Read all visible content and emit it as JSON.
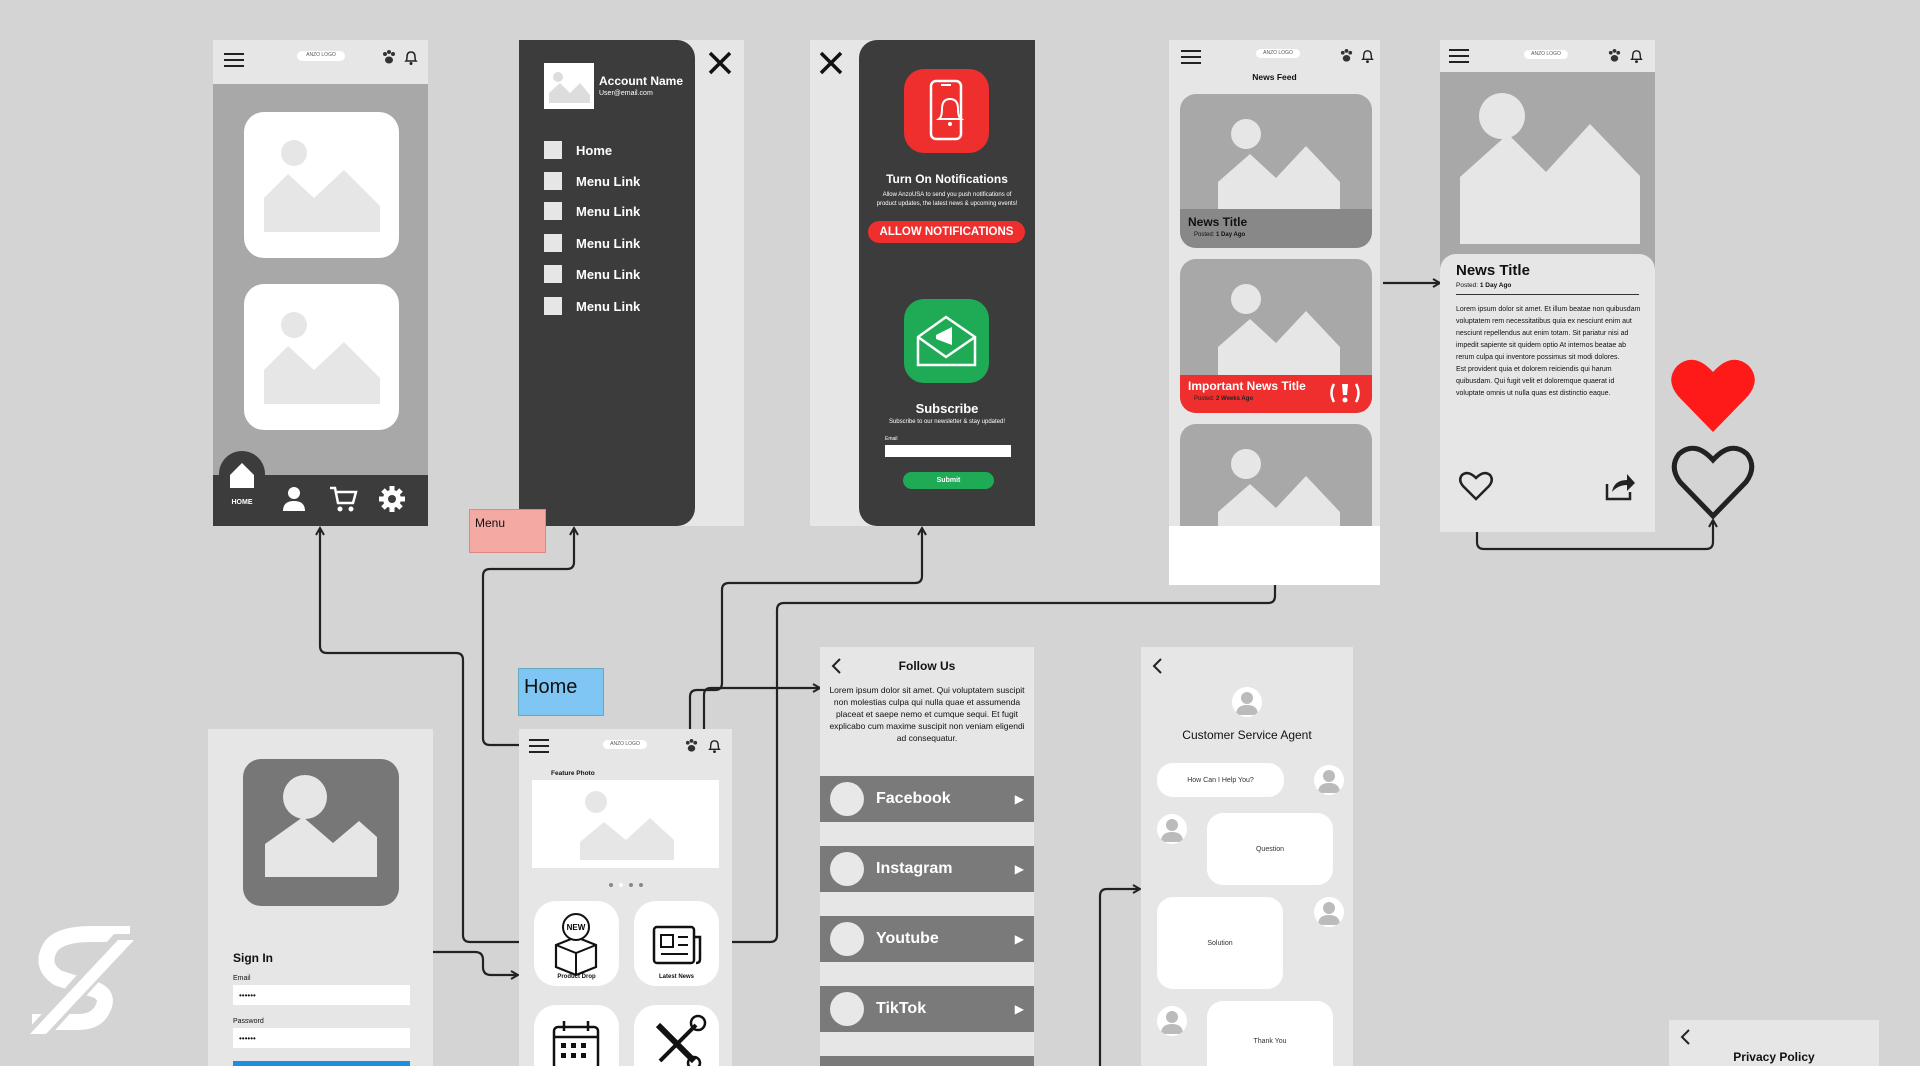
{
  "colors": {
    "background": "#d4d4d4",
    "dark_panel": "#3c3c3c",
    "notify_red": "#ef2e2e",
    "subscribe_green": "#1faa55",
    "heart_red": "#ff1a1a",
    "menu_note": "#f4a9a2",
    "home_note": "#7fc6f4"
  },
  "screen_home_nav": {
    "logo": "ANZO LOGO",
    "home_label": "HOME",
    "icons": [
      "menu-icon",
      "paw-icon",
      "bell-icon",
      "home-icon",
      "user-icon",
      "cart-icon",
      "gear-icon"
    ]
  },
  "screen_menu": {
    "account_name": "Account Name",
    "account_email": "User@email.com",
    "items": [
      "Home",
      "Menu Link",
      "Menu Link",
      "Menu Link",
      "Menu Link",
      "Menu Link"
    ]
  },
  "screen_notifications": {
    "title": "Turn On Notifications",
    "body": "Allow AnzoUSA to send you push notifications of product updates, the latest news & upcoming events!",
    "button": "ALLOW NOTIFICATIONS",
    "subscribe_title": "Subscribe",
    "subscribe_body": "Subscribe to our newsletter & stay updated!",
    "email_label": "Email",
    "submit": "Submit"
  },
  "screen_news_feed": {
    "logo": "ANZO LOGO",
    "title": "News Feed",
    "card1_title": "News Title",
    "card1_posted_prefix": "Posted:",
    "card1_posted": "1 Day Ago",
    "card2_title": "Important News Title",
    "card2_posted_prefix": "Posted:",
    "card2_posted": "2 Weeks Ago"
  },
  "screen_article": {
    "logo": "ANZO LOGO",
    "title": "News Title",
    "posted_prefix": "Posted:",
    "posted": "1 Day Ago",
    "body": "Lorem ipsum dolor sit amet. Et illum beatae non quibusdam voluptatem rem necessitatibus quia ex nesciunt enim aut nesciunt repellendus aut enim totam. Sit pariatur nisi ad impedit sapiente sit quidem optio At internos beatae ab rerum culpa qui inventore possimus sit modi dolores.\nEst provident quia et dolorem reiciendis qui harum quibusdam. Qui fugit velit et doloremque quaerat id voluptate omnis ut nulla quas est distinctio eaque."
  },
  "notes": {
    "menu": "Menu",
    "home": "Home"
  },
  "screen_signin": {
    "title": "Sign In",
    "email_label": "Email",
    "email_value": "••••••",
    "password_label": "Password",
    "password_value": "••••••"
  },
  "screen_home": {
    "logo": "ANZO LOGO",
    "feature_label": "Feature Photo",
    "tiles": [
      "Product Drop",
      "Latest News"
    ]
  },
  "screen_follow": {
    "title": "Follow Us",
    "body": "Lorem ipsum dolor sit amet. Qui voluptatem suscipit non molestias culpa qui nulla quae et assumenda placeat et saepe nemo et cumque sequi. Et fugit explicabo cum maxime suscipit non veniam eligendi ad consequatur.",
    "socials": [
      "Facebook",
      "Instagram",
      "Youtube",
      "TikTok"
    ]
  },
  "screen_chat": {
    "title": "Customer Service Agent",
    "bubble1": "How Can I Help You?",
    "bubble2": "Question",
    "bubble3": "Solution",
    "bubble4": "Thank You"
  },
  "screen_privacy": {
    "title": "Privacy Policy"
  }
}
